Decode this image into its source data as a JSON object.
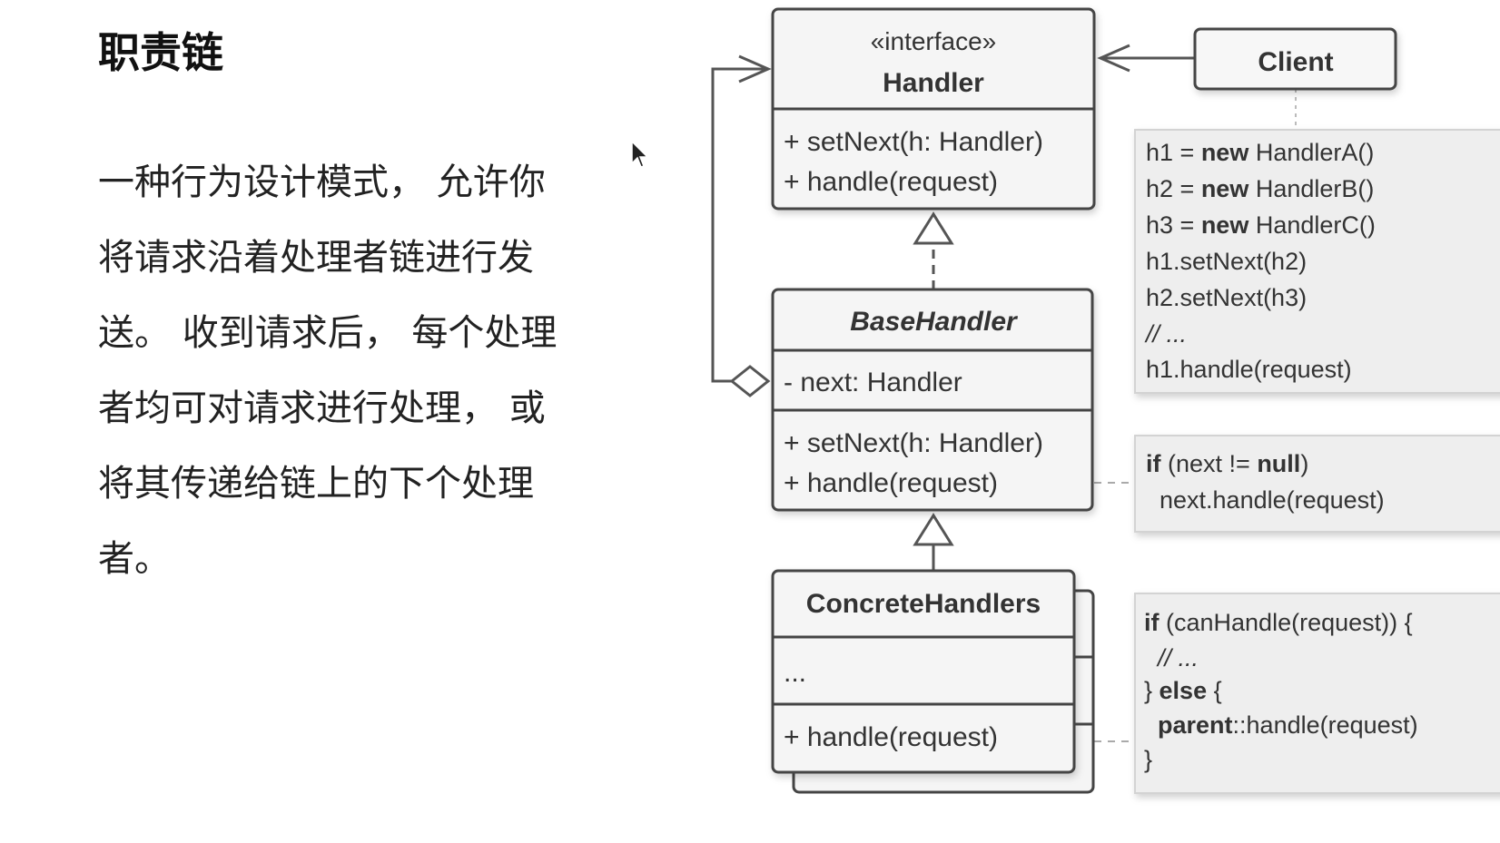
{
  "title": "职责链",
  "description_lines": [
    "一种行为设计模式， 允许你",
    "将请求沿着处理者链进行发",
    "送。 收到请求后， 每个处理",
    "者均可对请求进行处理， 或",
    "将其传递给链上的下个处理",
    "者。"
  ],
  "diagram": {
    "handler": {
      "stereotype": "«interface»",
      "name": "Handler",
      "methods": [
        "+ setNext(h: Handler)",
        "+ handle(request)"
      ]
    },
    "base_handler": {
      "name": "BaseHandler",
      "fields": [
        "- next: Handler"
      ],
      "methods": [
        "+ setNext(h: Handler)",
        "+ handle(request)"
      ]
    },
    "concrete_handlers": {
      "name": "ConcreteHandlers",
      "fields": [
        "..."
      ],
      "methods": [
        "+ handle(request)"
      ]
    },
    "client": {
      "name": "Client"
    },
    "notes": {
      "client_code": [
        {
          "pre": "h1 = ",
          "kw": "new",
          "post": " HandlerA()"
        },
        {
          "pre": "h2 = ",
          "kw": "new",
          "post": " HandlerB()"
        },
        {
          "pre": "h3 = ",
          "kw": "new",
          "post": " HandlerC()"
        },
        {
          "pre": "h1.setNext(h2)",
          "kw": "",
          "post": ""
        },
        {
          "pre": "h2.setNext(h3)",
          "kw": "",
          "post": ""
        },
        {
          "pre": "// ...",
          "kw": "",
          "post": ""
        },
        {
          "pre": "h1.handle(request)",
          "kw": "",
          "post": ""
        }
      ],
      "base_code": [
        {
          "kw": "if",
          "pre": " (next != ",
          "kw2": "null",
          "post": ")"
        },
        {
          "kw": "",
          "pre": "  next.handle(request)",
          "kw2": "",
          "post": ""
        }
      ],
      "concrete_code": [
        {
          "kw": "if",
          "pre": " (canHandle(request)) {",
          "kw2": "",
          "post": ""
        },
        {
          "kw": "",
          "pre": "  // ...",
          "kw2": "",
          "post": ""
        },
        {
          "kw": "",
          "pre": "} ",
          "kw2": "else",
          "post": " {"
        },
        {
          "kw": "  parent",
          "pre": "::handle(request)",
          "kw2": "",
          "post": ""
        },
        {
          "kw": "",
          "pre": "}",
          "kw2": "",
          "post": ""
        }
      ]
    }
  }
}
